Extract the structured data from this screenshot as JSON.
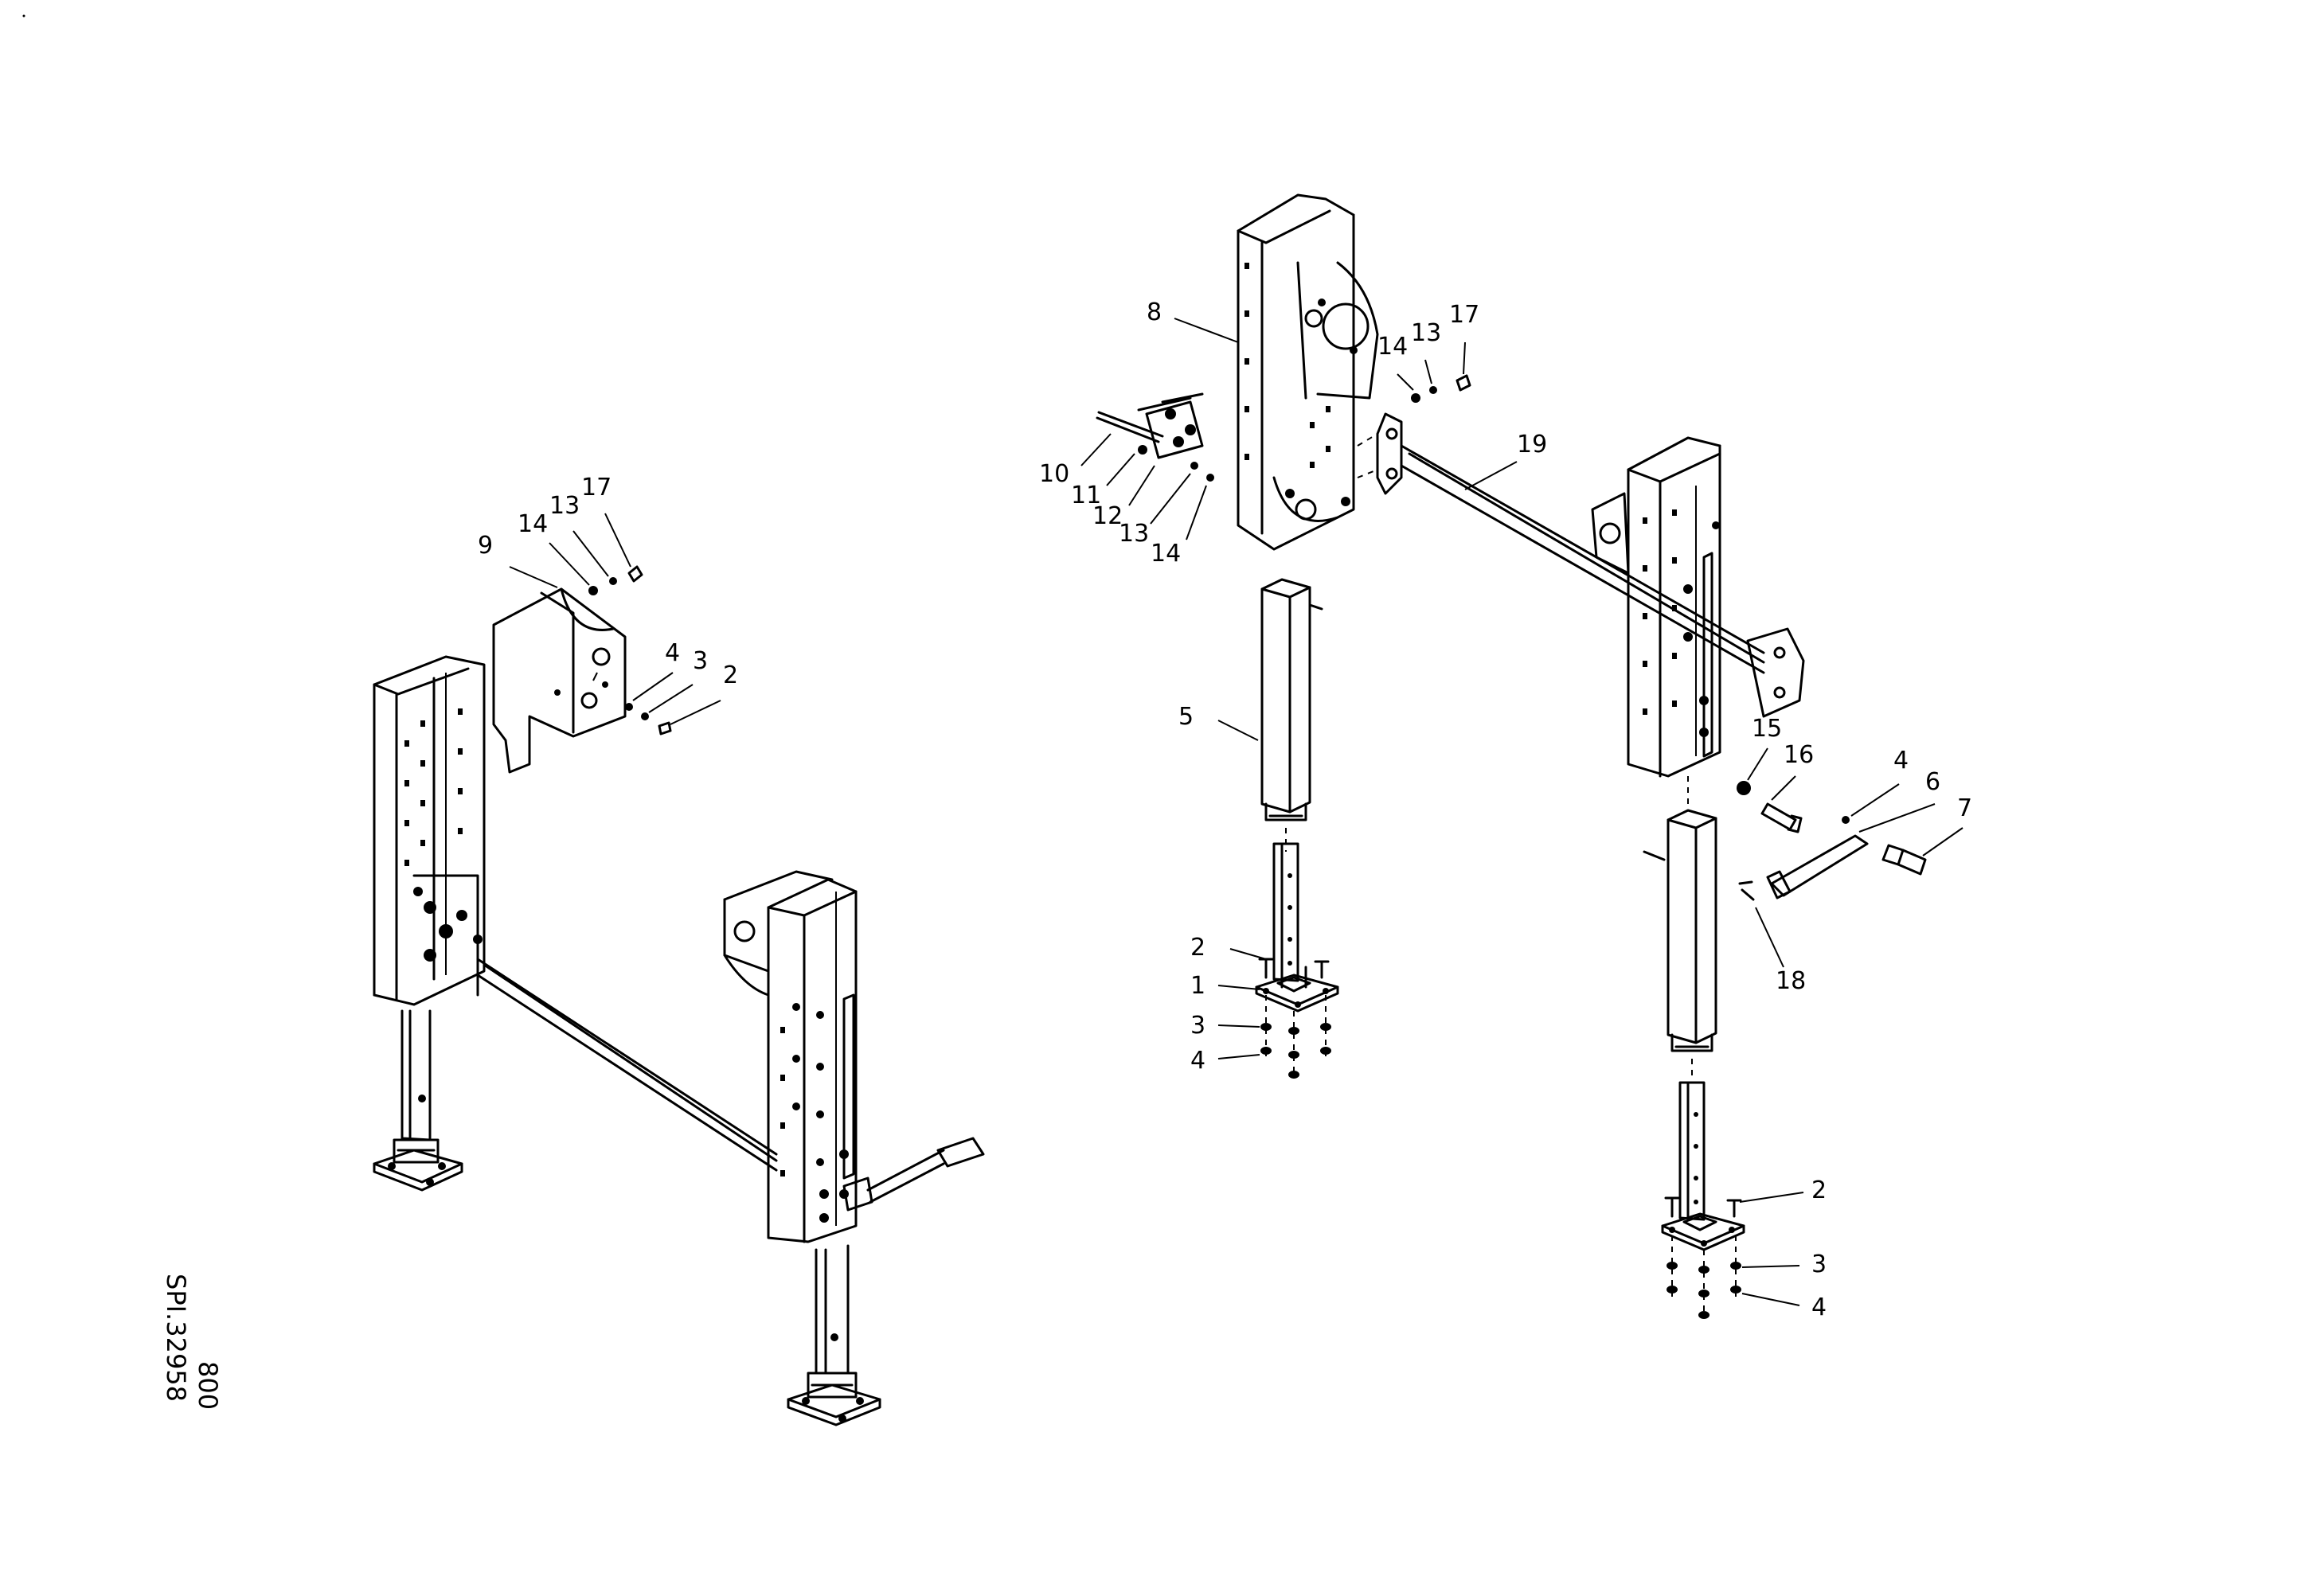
{
  "drawing": {
    "codes": [
      "800",
      "SPI.32958"
    ]
  },
  "callouts": [
    {
      "id": "c9",
      "text": "9"
    },
    {
      "id": "c14a",
      "text": "14"
    },
    {
      "id": "c13a",
      "text": "13"
    },
    {
      "id": "c17a",
      "text": "17"
    },
    {
      "id": "c4a",
      "text": "4"
    },
    {
      "id": "c3a",
      "text": "3"
    },
    {
      "id": "c2a",
      "text": "2"
    },
    {
      "id": "c8",
      "text": "8"
    },
    {
      "id": "c14b",
      "text": "14"
    },
    {
      "id": "c13b",
      "text": "13"
    },
    {
      "id": "c17b",
      "text": "17"
    },
    {
      "id": "c19",
      "text": "19"
    },
    {
      "id": "c10",
      "text": "10"
    },
    {
      "id": "c11",
      "text": "11"
    },
    {
      "id": "c12",
      "text": "12"
    },
    {
      "id": "c13c",
      "text": "13"
    },
    {
      "id": "c14c",
      "text": "14"
    },
    {
      "id": "c5",
      "text": "5"
    },
    {
      "id": "c15",
      "text": "15"
    },
    {
      "id": "c16",
      "text": "16"
    },
    {
      "id": "c4b",
      "text": "4"
    },
    {
      "id": "c6",
      "text": "6"
    },
    {
      "id": "c7",
      "text": "7"
    },
    {
      "id": "c18",
      "text": "18"
    },
    {
      "id": "c2b",
      "text": "2"
    },
    {
      "id": "c1",
      "text": "1"
    },
    {
      "id": "c3b",
      "text": "3"
    },
    {
      "id": "c4c",
      "text": "4"
    },
    {
      "id": "c2c",
      "text": "2"
    },
    {
      "id": "c3c",
      "text": "3"
    },
    {
      "id": "c4d",
      "text": "4"
    }
  ]
}
